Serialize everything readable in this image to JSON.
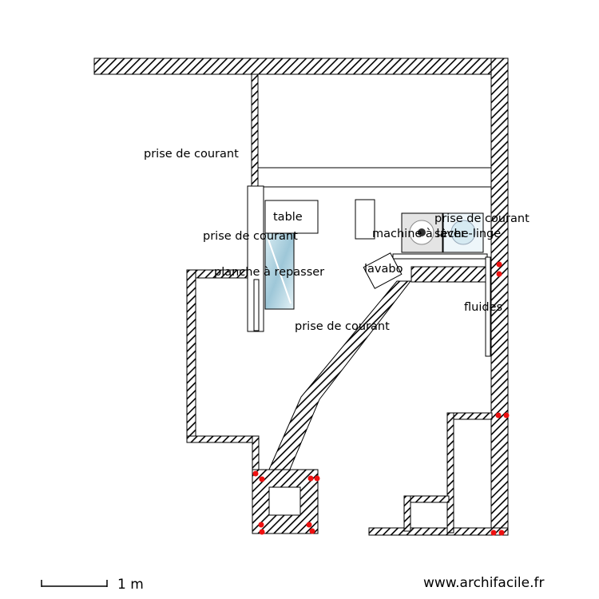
{
  "labels": {
    "prise1": "prise de courant",
    "prise2": "prise de courant",
    "prise3": "prise de courant",
    "prise4": "prise de courant",
    "table": "table",
    "machine": "machine à laver",
    "seche": "sèche-linge",
    "planche": "planche à repasser",
    "lavabo": "lavabo",
    "fluides": "fluides"
  },
  "scale": {
    "label": "1 m"
  },
  "watermark": "www.archifacile.fr",
  "colors": {
    "wall": "#000000",
    "marker": "#ee1111",
    "fill": "#ffffff"
  }
}
